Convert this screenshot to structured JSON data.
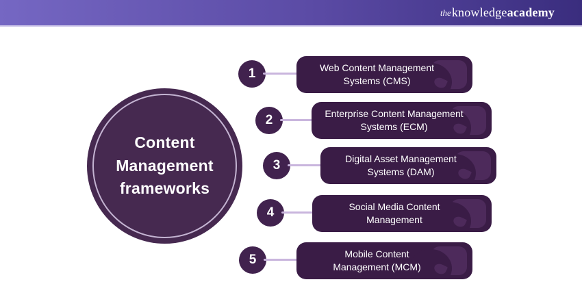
{
  "header": {
    "logo_the": "the",
    "logo_knowledge": "knowledge",
    "logo_academy": "academy"
  },
  "diagram": {
    "title": "Content Management frameworks",
    "items": [
      {
        "number": "1",
        "label": "Web Content Management Systems (CMS)"
      },
      {
        "number": "2",
        "label": "Enterprise Content Management Systems (ECM)"
      },
      {
        "number": "3",
        "label": "Digital Asset Management Systems (DAM)"
      },
      {
        "number": "4",
        "label": "Social Media Content Management"
      },
      {
        "number": "5",
        "label": "Mobile Content Management (MCM)"
      }
    ]
  },
  "colors": {
    "header_gradient_left": "#7567c3",
    "header_gradient_right": "#3a2d7e",
    "header_underline": "#cfc8ea",
    "title_circle_fill": "#462950",
    "title_circle_ring": "#dbcce9",
    "card_background": "#3a1c46",
    "card_decoration": "#4d2a5b",
    "number_badge": "#41224e",
    "connector_line": "#c9b5dd",
    "text": "#ffffff"
  }
}
